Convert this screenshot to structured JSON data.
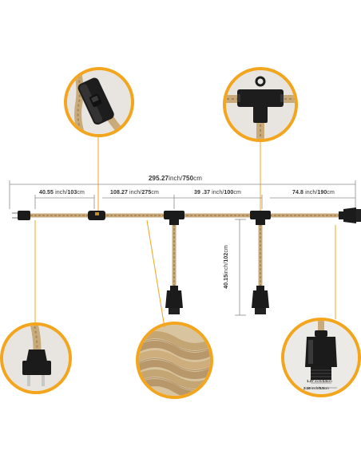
{
  "dimensions": {
    "total": {
      "value": "295.27",
      "unit_a": "inch/",
      "value_b": "750",
      "unit_b": "cm"
    },
    "plug_to_switch": {
      "value": "40.55",
      "unit_a": " inch/",
      "value_b": "103",
      "unit_b": "cm"
    },
    "switch_to_tee": {
      "value": "108.27",
      "unit_a": " inch/",
      "value_b": "275",
      "unit_b": "cm"
    },
    "tee_to_tee": {
      "value": "39 .37",
      "unit_a": " inch/",
      "value_b": "100",
      "unit_b": "cm"
    },
    "tee_to_end": {
      "value": "74.8",
      "unit_a": " inch/",
      "value_b": "190",
      "unit_b": "cm"
    },
    "drop": {
      "value": "40.15",
      "unit_a": "inch/",
      "value_b": "102",
      "unit_b": "cm"
    }
  },
  "socket_detail": {
    "top_width": {
      "value": "1.37",
      "unit_a": " inch/",
      "value_b": "3.5",
      "unit_b": "cm"
    },
    "bottom_width": {
      "value": "2.16",
      "unit_a": " inch/",
      "value_b": "5.5",
      "unit_b": "cm"
    }
  },
  "colors": {
    "accent": "#f2a51d",
    "cord": "#c9aa7a",
    "black_part": "#1b1b1b",
    "dim_line": "#8c8c8c"
  },
  "icons": [
    "switch-icon",
    "tee-connector-icon",
    "plug-icon",
    "rope-cord-icon",
    "socket-icon"
  ]
}
